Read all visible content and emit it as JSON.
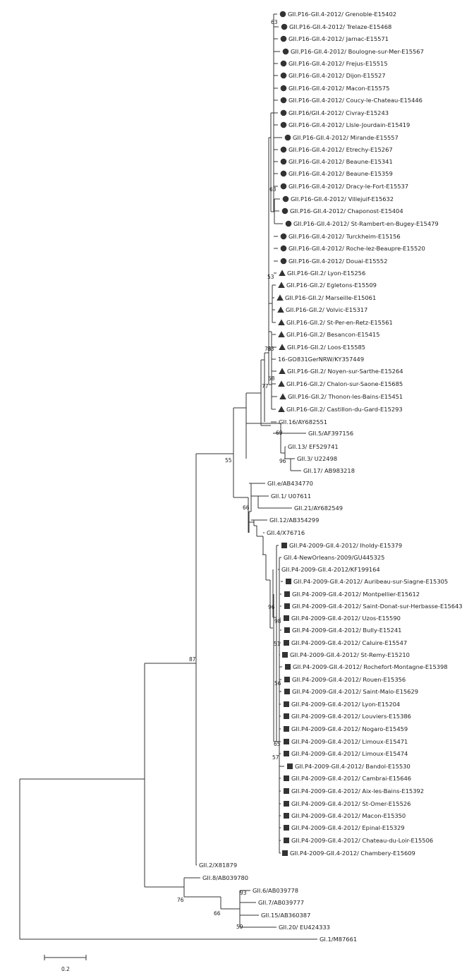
{
  "tree": {
    "colors": {
      "line": "#333333",
      "marker": "#333333",
      "text": "#222222"
    },
    "leaves": [
      {
        "label": "GII.P16-GII.4-2012/ Grenoble-E15402",
        "marker": "circle"
      },
      {
        "label": "GII.P16-GII.4-2012/ Trelaze-E15468",
        "marker": "circle"
      },
      {
        "label": "GII.P16-GII.4-2012/ Jarnac-E15571",
        "marker": "circle"
      },
      {
        "label": "GII.P16-GII.4-2012/ Boulogne-sur-Mer-E15567",
        "marker": "circle"
      },
      {
        "label": "GII.P16-GII.4-2012/ Frejus-E15515",
        "marker": "circle"
      },
      {
        "label": "GII.P16-GII.4-2012/ Dijon-E15527",
        "marker": "circle"
      },
      {
        "label": "GII.P16-GII.4-2012/ Macon-E15575",
        "marker": "circle"
      },
      {
        "label": "GII.P16-GII.4-2012/ Coucy-le-Chateau-E15446",
        "marker": "circle"
      },
      {
        "label": "GII.P16/GII.4-2012/ Civray-E15243",
        "marker": "circle"
      },
      {
        "label": "GII.P16-GII.4-2012/ Llsle-Jourdain-E15419",
        "marker": "circle"
      },
      {
        "label": "GII.P16-GII.4-2012/ Mirande-E15557",
        "marker": "circle"
      },
      {
        "label": "GII.P16-GII.4-2012/ Etrechy-E15267",
        "marker": "circle"
      },
      {
        "label": "GII.P16-GII.4-2012/ Beaune-E15341",
        "marker": "circle"
      },
      {
        "label": "GII.P16-GII.4-2012/ Beaune-E15359",
        "marker": "circle"
      },
      {
        "label": "GII.P16-GII.4-2012/ Dracy-le-Fort-E15537",
        "marker": "circle"
      },
      {
        "label": "GII.P16-GII.4-2012/ Villejuif-E15632",
        "marker": "circle"
      },
      {
        "label": "GII.P16-GII.4-2012/ Chaponost-E15404",
        "marker": "circle"
      },
      {
        "label": "GII.P16-GII.4-2012/ St-Rambert-en-Bugey-E15479",
        "marker": "circle"
      },
      {
        "label": "GII.P16-GII.4-2012/ Turckheim-E15156",
        "marker": "circle"
      },
      {
        "label": "GII.P16-GII.4-2012/ Roche-lez-Beaupre-E15520",
        "marker": "circle"
      },
      {
        "label": "GII.P16-GII.4-2012/ Douai-E15552",
        "marker": "circle"
      },
      {
        "label": "GII.P16-GII.2/ Lyon-E15256",
        "marker": "triangle"
      },
      {
        "label": "GII.P16-GII.2/ Egletons-E15509",
        "marker": "triangle"
      },
      {
        "label": "GII.P16-GII.2/ Marseille-E15061",
        "marker": "triangle"
      },
      {
        "label": "GII.P16-GII.2/ Volvic-E15317",
        "marker": "triangle"
      },
      {
        "label": "GII.P16-GII.2/ St-Per-en-Retz-E15561",
        "marker": "triangle"
      },
      {
        "label": "GII.P16-GII.2/ Besancon-E15415",
        "marker": "triangle"
      },
      {
        "label": "GII.P16-GII.2/ Loos-E15585",
        "marker": "triangle"
      },
      {
        "label": "16-GO831GerNRW/KY357449",
        "marker": "none"
      },
      {
        "label": "GII.P16-GII.2/ Noyen-sur-Sarthe-E15264",
        "marker": "triangle"
      },
      {
        "label": "GII.P16-GII.2/ Chalon-sur-Saone-E15685",
        "marker": "triangle"
      },
      {
        "label": "GII.P16-GII.2/ Thonon-les-Bains-E15451",
        "marker": "triangle"
      },
      {
        "label": "GII.P16-GII.2/ Castillon-du-Gard-E15293",
        "marker": "triangle"
      },
      {
        "label": "GII.16/AY682551",
        "marker": "none"
      },
      {
        "label": "GII.5/AF397156",
        "marker": "none"
      },
      {
        "label": "GII.13/ EF529741",
        "marker": "none"
      },
      {
        "label": "GII.3/ U22498",
        "marker": "none"
      },
      {
        "label": "GII.17/ AB983218",
        "marker": "none"
      },
      {
        "label": "GII.e/AB434770",
        "marker": "none"
      },
      {
        "label": "GII.1/ U07611",
        "marker": "none"
      },
      {
        "label": "GII.21/AY682549",
        "marker": "none"
      },
      {
        "label": "GII.12/AB354299",
        "marker": "none"
      },
      {
        "label": "GII.4/X76716",
        "marker": "none"
      },
      {
        "label": "GII.P4-2009-GII.4-2012/ Iholdy-E15379",
        "marker": "square"
      },
      {
        "label": "GII.4-NewOrleans-2009/GU445325",
        "marker": "none"
      },
      {
        "label": "GII.P4-2009-GII.4-2012/KF199164",
        "marker": "none"
      },
      {
        "label": "GII.P4-2009-GII.4-2012/ Auribeau-sur-Siagne-E15305",
        "marker": "square"
      },
      {
        "label": "GII.P4-2009-GII.4-2012/ Montpellier-E15612",
        "marker": "square"
      },
      {
        "label": "GII.P4-2009-GII.4-2012/ Saint-Donat-sur-Herbasse-E15643",
        "marker": "square"
      },
      {
        "label": "GII.P4-2009-GII.4-2012/ Uzos-E15590",
        "marker": "square"
      },
      {
        "label": "GII.P4-2009-GII.4-2012/ Bully-E15241",
        "marker": "square"
      },
      {
        "label": "GII.P4-2009-GII.4-2012/ Caluire-E15547",
        "marker": "square"
      },
      {
        "label": "GII.P4-2009-GII.4-2012/ St-Remy-E15210",
        "marker": "square"
      },
      {
        "label": "GII.P4-2009-GII.4-2012/ Rochefort-Montagne-E15398",
        "marker": "square"
      },
      {
        "label": "GII.P4-2009-GII.4-2012/ Rouen-E15356",
        "marker": "square"
      },
      {
        "label": "GII.P4-2009-GII.4-2012/ Saint-Malo-E15629",
        "marker": "square"
      },
      {
        "label": "GII.P4-2009-GII.4-2012/ Lyon-E15204",
        "marker": "square"
      },
      {
        "label": "GII.P4-2009-GII.4-2012/ Louviers-E15386",
        "marker": "square"
      },
      {
        "label": "GII.P4-2009-GII.4-2012/ Nogaro-E15459",
        "marker": "square"
      },
      {
        "label": "GII.P4-2009-GII.4-2012/ Limoux-E15471",
        "marker": "square"
      },
      {
        "label": "GII.P4-2009-GII.4-2012/ Limoux-E15474",
        "marker": "square"
      },
      {
        "label": "GII.P4-2009-GII.4-2012/ Bandol-E15530",
        "marker": "square"
      },
      {
        "label": "GII.P4-2009-GII.4-2012/ Cambrai-E15646",
        "marker": "square"
      },
      {
        "label": "GII.P4-2009-GII.4-2012/ Aix-les-Bains-E15392",
        "marker": "square"
      },
      {
        "label": "GII.P4-2009-GII.4-2012/ St-Omer-E15526",
        "marker": "square"
      },
      {
        "label": "GII.P4-2009-GII.4-2012/ Macon-E15350",
        "marker": "square"
      },
      {
        "label": "GII.P4-2009-GII.4-2012/ Epinal-E15329",
        "marker": "square"
      },
      {
        "label": "GII.P4-2009-GII.4-2012/ Chateau-du-Loir-E15506",
        "marker": "square"
      },
      {
        "label": "GII.P4-2009-GII.4-2012/ Chambery-E15609",
        "marker": "square"
      },
      {
        "label": "GII.2/X81879",
        "marker": "none"
      },
      {
        "label": "GII.8/AB039780",
        "marker": "none"
      },
      {
        "label": "GII.6/AB039778",
        "marker": "none"
      },
      {
        "label": "GII.7/AB039777",
        "marker": "none"
      },
      {
        "label": "GII.15/AB360387",
        "marker": "none"
      },
      {
        "label": "GII.20/ EU424333",
        "marker": "none"
      },
      {
        "label": "GI.1/M87661",
        "marker": "none"
      }
    ],
    "bootstrap": [
      "63",
      "63",
      "53",
      "73",
      "83",
      "58",
      "77",
      "69",
      "55",
      "96",
      "66",
      "96",
      "98",
      "51",
      "56",
      "65",
      "57",
      "87",
      "76",
      "66",
      "93",
      "59"
    ],
    "scale": {
      "value": 0.2,
      "label": "0.2"
    }
  }
}
